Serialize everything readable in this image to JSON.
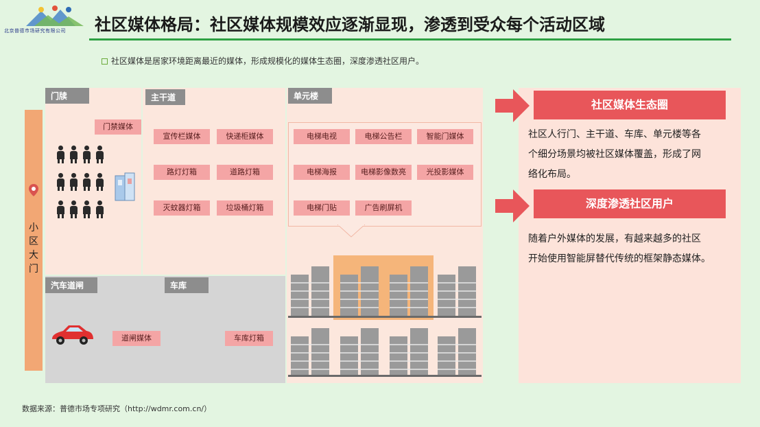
{
  "header": {
    "logo_text": "北京普德市场研究有限公司",
    "title": "社区媒体格局：社区媒体规模效应逐渐显现，渗透到受众每个活动区域",
    "subtitle": "社区媒体是居家环境距离最近的媒体，形成规模化的媒体生态圈，深度渗透社区用户。"
  },
  "diagram": {
    "gate_label": "小区大门",
    "zones": {
      "mendu": {
        "label": "门牍",
        "tags": [
          "门禁媒体"
        ]
      },
      "zhugandao": {
        "label": "主干道",
        "tags": [
          "宣传栏媒体",
          "快递柜媒体",
          "路灯灯箱",
          "道路灯箱",
          "灭蚊器灯箱",
          "垃圾桶灯箱"
        ]
      },
      "danyuanlou": {
        "label": "单元楼",
        "tags": [
          "电梯电视",
          "电梯公告栏",
          "智能门媒体",
          "电梯海报",
          "电梯影像数亮",
          "光投影媒体",
          "电梯门贴",
          "广告刷屏机"
        ]
      },
      "qichedaozha": {
        "label": "汽车道闸",
        "tags": [
          "道闸媒体"
        ]
      },
      "cheku": {
        "label": "车库",
        "tags": [
          "车库灯箱"
        ]
      }
    }
  },
  "right": {
    "block1": {
      "title": "社区媒体生态圈",
      "lines": [
        "社区人行门、主干道、车库、单元楼等各",
        "个细分场景均被社区媒体覆盖，形成了网",
        "络化布局。"
      ]
    },
    "block2": {
      "title": "深度渗透社区用户",
      "lines": [
        "随着户外媒体的发展，有越来越多的社区",
        "开始使用智能屏替代传统的框架静态媒体。"
      ]
    }
  },
  "footer": {
    "source": "数据来源：普德市场专项研究（http://wdmr.com.cn/）"
  },
  "colors": {
    "accent_green": "#2ea043",
    "banner_red": "#e8565a",
    "tag_pink": "#f4a5a5",
    "gate_orange": "#f2a774",
    "building_highlight": "#f5b57a"
  }
}
